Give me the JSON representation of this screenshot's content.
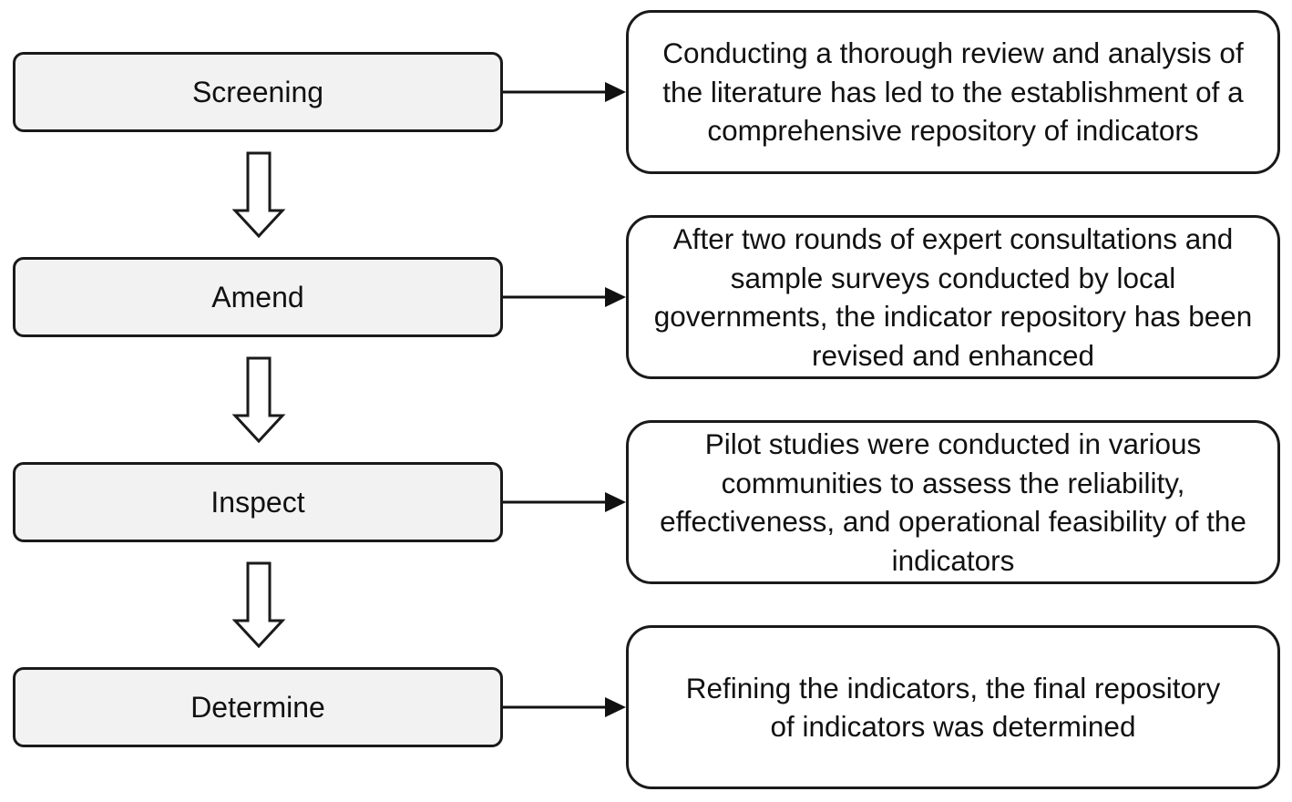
{
  "steps": [
    {
      "label": "Screening",
      "description": "Conducting a thorough review and analysis of the literature has led to the establishment of a comprehensive repository of indicators"
    },
    {
      "label": "Amend",
      "description": "After two rounds of expert consultations and sample surveys conducted by local governments, the indicator repository has been revised and enhanced"
    },
    {
      "label": "Inspect",
      "description": "Pilot studies were conducted in various communities to assess the reliability, effectiveness, and operational feasibility of the indicators"
    },
    {
      "label": "Determine",
      "description": "Refining the indicators, the final repository of indicators was determined"
    }
  ]
}
